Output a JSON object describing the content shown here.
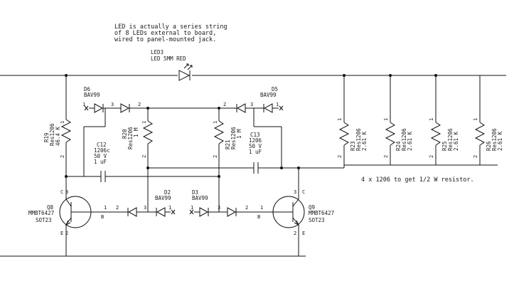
{
  "notes": {
    "led_string": [
      "LED is actually a series string",
      "of 8 LEDs external to board,",
      "wired to panel-mounted jack."
    ],
    "power_resistor": "4 x 1206 to get 1/2 W resistor."
  },
  "led": {
    "ref": "LED3",
    "value": "LED 5MM RED"
  },
  "diodes": {
    "d6": {
      "ref": "D6",
      "part": "BAV99",
      "pin_a": "1",
      "pin_b": "3",
      "pin_c": "2"
    },
    "d5": {
      "ref": "D5",
      "part": "BAV99",
      "pin_a": "2",
      "pin_b": "3",
      "pin_c": "1"
    },
    "d2": {
      "ref": "D2",
      "part": "BAV99",
      "pin_a": "2",
      "pin_b": "3",
      "pin_c": "1"
    },
    "d3": {
      "ref": "D3",
      "part": "BAV99",
      "pin_a": "1",
      "pin_b": "3",
      "pin_c": "2"
    }
  },
  "resistors": {
    "r19": {
      "ref": "R19",
      "pkg": "Res1206",
      "value": "46.4 K",
      "pin_top": "1",
      "pin_bot": "2"
    },
    "r20": {
      "ref": "R20",
      "pkg": "Res1206",
      "value": "1 M",
      "pin_top": "1",
      "pin_bot": "2"
    },
    "r21": {
      "ref": "R21",
      "pkg": "Res1206",
      "value": "1 M",
      "pin_top": "1",
      "pin_bot": "2"
    },
    "r23": {
      "ref": "R23",
      "pkg": "Res1206",
      "value": "2.61 K",
      "pin_top": "1",
      "pin_bot": "2"
    },
    "r24": {
      "ref": "R24",
      "pkg": "Res1206",
      "value": "2.61 K",
      "pin_top": "1",
      "pin_bot": "2"
    },
    "r25": {
      "ref": "R25",
      "pkg": "Res1206",
      "value": "2.61 K",
      "pin_top": "1",
      "pin_bot": "2"
    },
    "r26": {
      "ref": "R26",
      "pkg": "Res1206",
      "value": "2.61 K",
      "pin_top": "1",
      "pin_bot": "2"
    }
  },
  "capacitors": {
    "c12": {
      "ref": "C12",
      "pkg": "1206c",
      "voltage": "50 V",
      "value": "1 uF"
    },
    "c13": {
      "ref": "C13",
      "pkg": "1206",
      "voltage": "50 V",
      "value": "1 uF"
    }
  },
  "transistors": {
    "q8": {
      "ref": "Q8",
      "part": "MMBT6427",
      "pkg": "SOT23",
      "pin_c": "C",
      "pin_c_num": "3",
      "pin_b": "B",
      "pin_b_num": "1",
      "pin_e": "E",
      "pin_e_num": "2"
    },
    "q9": {
      "ref": "Q9",
      "part": "MMBT6427",
      "pkg": "SOT23",
      "pin_c": "C",
      "pin_c_num": "3",
      "pin_b": "B",
      "pin_b_num": "1",
      "pin_e": "E",
      "pin_e_num": "2"
    }
  }
}
